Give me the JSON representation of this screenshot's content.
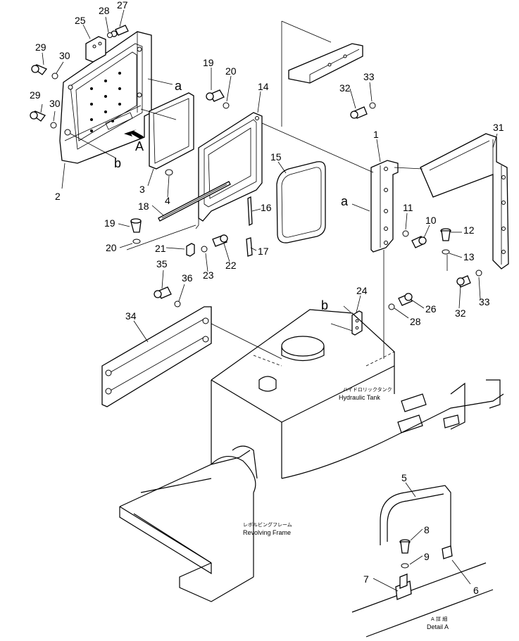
{
  "callouts": {
    "n1": "1",
    "n2": "2",
    "n3": "3",
    "n4": "4",
    "n5": "5",
    "n6": "6",
    "n7": "7",
    "n8": "8",
    "n9": "9",
    "n10": "10",
    "n11": "11",
    "n12": "12",
    "n13": "13",
    "n14": "14",
    "n15": "15",
    "n16": "16",
    "n17": "17",
    "n18": "18",
    "n19a": "19",
    "n19b": "19",
    "n20a": "20",
    "n20b": "20",
    "n21": "21",
    "n22": "22",
    "n23": "23",
    "n24": "24",
    "n25": "25",
    "n26": "26",
    "n27": "27",
    "n28a": "28",
    "n28b": "28",
    "n29a": "29",
    "n29b": "29",
    "n30a": "30",
    "n30b": "30",
    "n31": "31",
    "n32a": "32",
    "n32b": "32",
    "n33a": "33",
    "n33b": "33",
    "n34": "34",
    "n35": "35",
    "n36": "36"
  },
  "ref_letters": {
    "a1": "a",
    "a2": "a",
    "b1": "b",
    "b2": "b",
    "view_A": "A"
  },
  "labels": {
    "hydraulic_tank_jp": "ハイドロリックタンク",
    "hydraulic_tank": "Hydraulic Tank",
    "revolving_frame_jp": "レボルビングフレーム",
    "revolving_frame": "Revolving Frame",
    "detail_a_jp": "A 詳 細",
    "detail_a": "Detail A"
  }
}
